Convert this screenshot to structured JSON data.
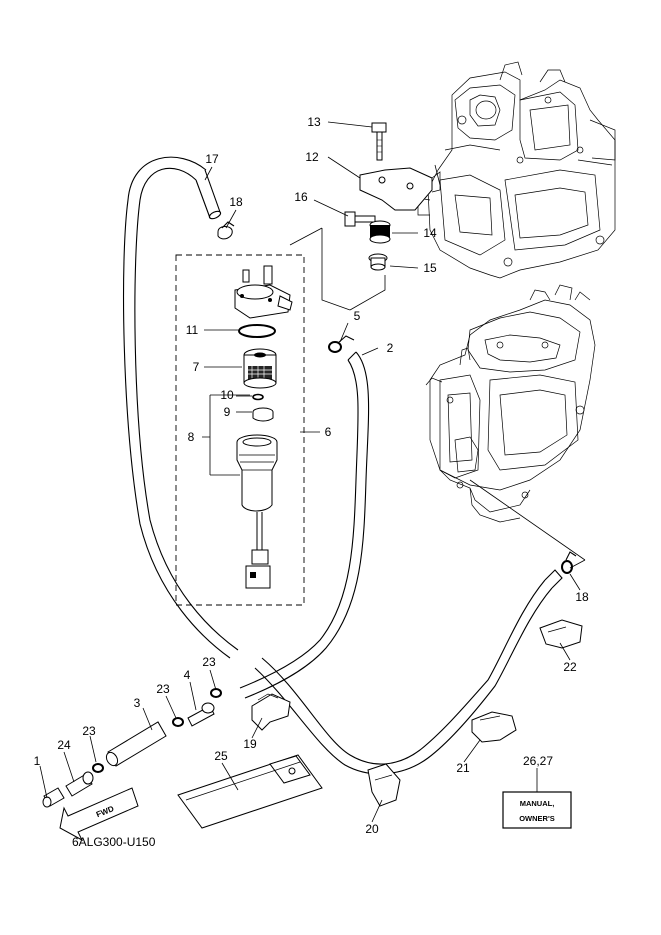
{
  "drawing_code": "6ALG300-U150",
  "fwd_label": "FWD",
  "manual_box": {
    "line1": "MANUAL,",
    "line2": "OWNER'S"
  },
  "parts": [
    {
      "id": "p1",
      "label": "1"
    },
    {
      "id": "p2",
      "label": "2"
    },
    {
      "id": "p3",
      "label": "3"
    },
    {
      "id": "p4",
      "label": "4"
    },
    {
      "id": "p5",
      "label": "5"
    },
    {
      "id": "p6",
      "label": "6"
    },
    {
      "id": "p7",
      "label": "7"
    },
    {
      "id": "p8",
      "label": "8"
    },
    {
      "id": "p9",
      "label": "9"
    },
    {
      "id": "p10",
      "label": "10"
    },
    {
      "id": "p11",
      "label": "11"
    },
    {
      "id": "p12",
      "label": "12"
    },
    {
      "id": "p13",
      "label": "13"
    },
    {
      "id": "p14",
      "label": "14"
    },
    {
      "id": "p15",
      "label": "15"
    },
    {
      "id": "p16",
      "label": "16"
    },
    {
      "id": "p17",
      "label": "17"
    },
    {
      "id": "p18a",
      "label": "18"
    },
    {
      "id": "p18b",
      "label": "18"
    },
    {
      "id": "p19",
      "label": "19"
    },
    {
      "id": "p20",
      "label": "20"
    },
    {
      "id": "p21",
      "label": "21"
    },
    {
      "id": "p22",
      "label": "22"
    },
    {
      "id": "p23a",
      "label": "23"
    },
    {
      "id": "p23b",
      "label": "23"
    },
    {
      "id": "p23c",
      "label": "23"
    },
    {
      "id": "p24",
      "label": "24"
    },
    {
      "id": "p25",
      "label": "25"
    },
    {
      "id": "p2627",
      "label": "26,27"
    }
  ]
}
